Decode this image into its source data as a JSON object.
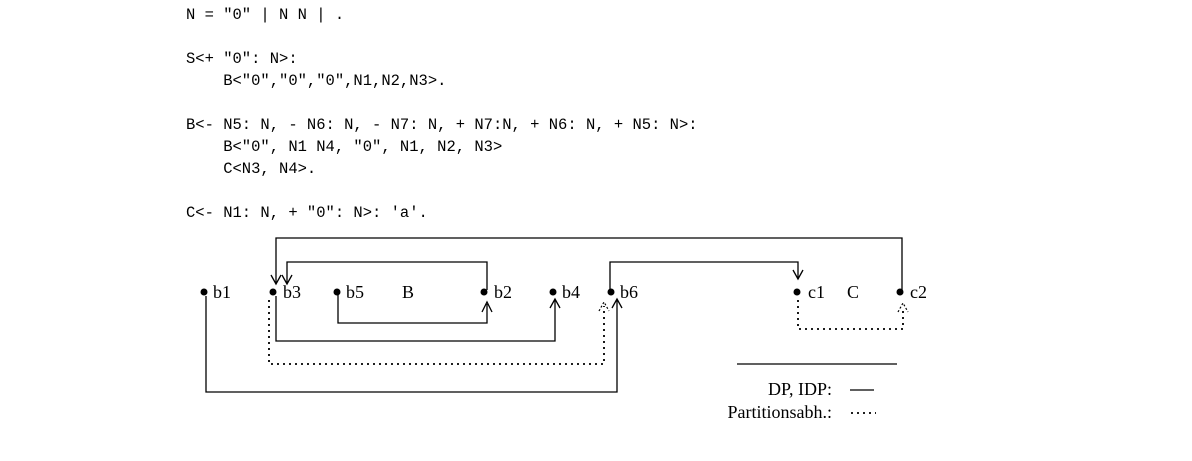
{
  "grammar": {
    "line1": "N = \"0\" | N N | .",
    "line2": "",
    "line3": "S<+ \"0\": N>:",
    "line4": "    B<\"0\",\"0\",\"0\",N1,N2,N3>.",
    "line5": "",
    "line6": "B<- N5: N, - N6: N, - N7: N, + N7:N, + N6: N, + N5: N>:",
    "line7": "    B<\"0\", N1 N4, \"0\", N1, N2, N3>",
    "line8": "    C<N3, N4>.",
    "line9": "",
    "line10": "C<- N1: N, + \"0\": N>: 'a'."
  },
  "diagram": {
    "nodes": {
      "b1": "b1",
      "b3": "b3",
      "b5": "b5",
      "B": "B",
      "b2": "b2",
      "b4": "b4",
      "b6": "b6",
      "c1": "c1",
      "C": "C",
      "c2": "c2"
    },
    "legend": {
      "solid": "DP, IDP:",
      "dotted": "Partitionsabh.:"
    }
  }
}
